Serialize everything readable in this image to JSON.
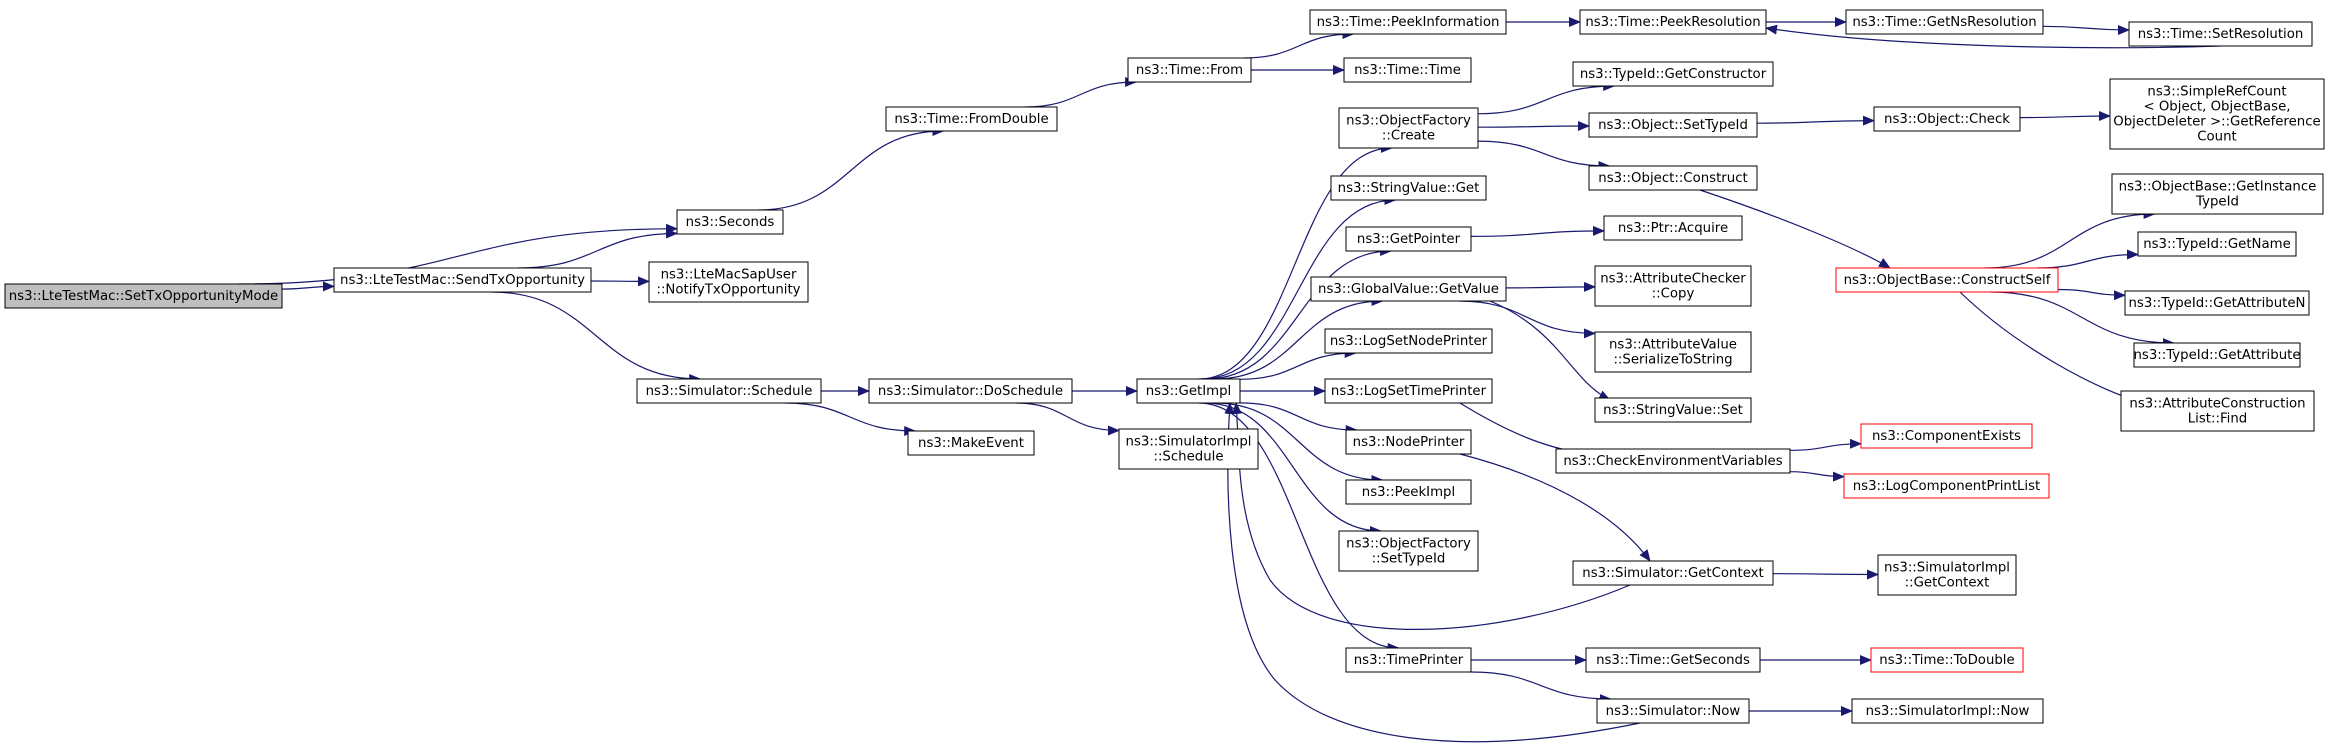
{
  "theme": {
    "edge_color": "#191970",
    "node_border": "#000000",
    "node_border_truncated": "#ff0000",
    "root_fill": "#bfbfbf",
    "node_fill": "#ffffff"
  },
  "nodes": [
    {
      "id": "root",
      "lines": [
        "ns3::LteTestMac::SetTxOpportunityMode"
      ],
      "root": true
    },
    {
      "id": "seconds",
      "lines": [
        "ns3::Seconds"
      ]
    },
    {
      "id": "sendtx",
      "lines": [
        "ns3::LteTestMac::SendTxOpportunity"
      ]
    },
    {
      "id": "notifytx",
      "lines": [
        "ns3::LteMacSapUser",
        "::NotifyTxOpportunity"
      ]
    },
    {
      "id": "schedule",
      "lines": [
        "ns3::Simulator::Schedule"
      ]
    },
    {
      "id": "fromdouble",
      "lines": [
        "ns3::Time::FromDouble"
      ]
    },
    {
      "id": "timefrom",
      "lines": [
        "ns3::Time::From"
      ]
    },
    {
      "id": "peekinfo",
      "lines": [
        "ns3::Time::PeekInformation"
      ]
    },
    {
      "id": "timetime",
      "lines": [
        "ns3::Time::Time"
      ]
    },
    {
      "id": "peekres",
      "lines": [
        "ns3::Time::PeekResolution"
      ]
    },
    {
      "id": "getnsres",
      "lines": [
        "ns3::Time::GetNsResolution"
      ]
    },
    {
      "id": "setres",
      "lines": [
        "ns3::Time::SetResolution"
      ]
    },
    {
      "id": "doschedule",
      "lines": [
        "ns3::Simulator::DoSchedule"
      ]
    },
    {
      "id": "makeevent",
      "lines": [
        "ns3::MakeEvent"
      ]
    },
    {
      "id": "getimpl",
      "lines": [
        "ns3::GetImpl"
      ]
    },
    {
      "id": "simimplsched",
      "lines": [
        "ns3::SimulatorImpl",
        "::Schedule"
      ]
    },
    {
      "id": "ofcreate",
      "lines": [
        "ns3::ObjectFactory",
        "::Create"
      ]
    },
    {
      "id": "strvalget",
      "lines": [
        "ns3::StringValue::Get"
      ]
    },
    {
      "id": "getpointer",
      "lines": [
        "ns3::GetPointer"
      ]
    },
    {
      "id": "gvgetvalue",
      "lines": [
        "ns3::GlobalValue::GetValue"
      ]
    },
    {
      "id": "logsetnode",
      "lines": [
        "ns3::LogSetNodePrinter"
      ]
    },
    {
      "id": "logsettime",
      "lines": [
        "ns3::LogSetTimePrinter"
      ]
    },
    {
      "id": "nodeprinter",
      "lines": [
        "ns3::NodePrinter"
      ]
    },
    {
      "id": "peekimpl",
      "lines": [
        "ns3::PeekImpl"
      ]
    },
    {
      "id": "ofsettypeid",
      "lines": [
        "ns3::ObjectFactory",
        "::SetTypeId"
      ]
    },
    {
      "id": "timeprinter",
      "lines": [
        "ns3::TimePrinter"
      ]
    },
    {
      "id": "getconstructor",
      "lines": [
        "ns3::TypeId::GetConstructor"
      ]
    },
    {
      "id": "objsettypeid",
      "lines": [
        "ns3::Object::SetTypeId"
      ]
    },
    {
      "id": "objconstruct",
      "lines": [
        "ns3::Object::Construct"
      ]
    },
    {
      "id": "ptracquire",
      "lines": [
        "ns3::Ptr::Acquire"
      ]
    },
    {
      "id": "attrchecker",
      "lines": [
        "ns3::AttributeChecker",
        "::Copy"
      ]
    },
    {
      "id": "attrvalue",
      "lines": [
        "ns3::AttributeValue",
        "::SerializeToString"
      ]
    },
    {
      "id": "strvalset",
      "lines": [
        "ns3::StringValue::Set"
      ]
    },
    {
      "id": "checkenv",
      "lines": [
        "ns3::CheckEnvironmentVariables"
      ]
    },
    {
      "id": "simgetcontext",
      "lines": [
        "ns3::Simulator::GetContext"
      ]
    },
    {
      "id": "timegetseconds",
      "lines": [
        "ns3::Time::GetSeconds"
      ]
    },
    {
      "id": "simnow",
      "lines": [
        "ns3::Simulator::Now"
      ]
    },
    {
      "id": "objcheck",
      "lines": [
        "ns3::Object::Check"
      ]
    },
    {
      "id": "constructself",
      "lines": [
        "ns3::ObjectBase::ConstructSelf"
      ],
      "truncated": true
    },
    {
      "id": "componentexists",
      "lines": [
        "ns3::ComponentExists"
      ],
      "truncated": true
    },
    {
      "id": "logcompprint",
      "lines": [
        "ns3::LogComponentPrintList"
      ],
      "truncated": true
    },
    {
      "id": "simimplgetctx",
      "lines": [
        "ns3::SimulatorImpl",
        "::GetContext"
      ]
    },
    {
      "id": "todouble",
      "lines": [
        "ns3::Time::ToDouble"
      ],
      "truncated": true
    },
    {
      "id": "simimplnow",
      "lines": [
        "ns3::SimulatorImpl::Now"
      ]
    },
    {
      "id": "simplerefcount",
      "lines": [
        "ns3::SimpleRefCount",
        "< Object, ObjectBase,",
        "ObjectDeleter >::GetReference",
        "Count"
      ]
    },
    {
      "id": "getinstancetypeid",
      "lines": [
        "ns3::ObjectBase::GetInstance",
        "TypeId"
      ]
    },
    {
      "id": "typeidgetname",
      "lines": [
        "ns3::TypeId::GetName"
      ]
    },
    {
      "id": "getattributen",
      "lines": [
        "ns3::TypeId::GetAttributeN"
      ]
    },
    {
      "id": "getattribute",
      "lines": [
        "ns3::TypeId::GetAttribute"
      ]
    },
    {
      "id": "attrconstructfind",
      "lines": [
        "ns3::AttributeConstruction",
        "List::Find"
      ]
    }
  ],
  "edges": [
    [
      "root",
      "seconds"
    ],
    [
      "root",
      "sendtx"
    ],
    [
      "sendtx",
      "seconds"
    ],
    [
      "sendtx",
      "notifytx"
    ],
    [
      "sendtx",
      "schedule"
    ],
    [
      "seconds",
      "fromdouble"
    ],
    [
      "fromdouble",
      "timefrom"
    ],
    [
      "timefrom",
      "peekinfo"
    ],
    [
      "timefrom",
      "timetime"
    ],
    [
      "peekinfo",
      "peekres"
    ],
    [
      "peekres",
      "getnsres"
    ],
    [
      "getnsres",
      "setres"
    ],
    [
      "setres",
      "peekres"
    ],
    [
      "schedule",
      "doschedule"
    ],
    [
      "schedule",
      "makeevent"
    ],
    [
      "doschedule",
      "getimpl"
    ],
    [
      "doschedule",
      "simimplsched"
    ],
    [
      "getimpl",
      "ofcreate"
    ],
    [
      "getimpl",
      "strvalget"
    ],
    [
      "getimpl",
      "getpointer"
    ],
    [
      "getimpl",
      "gvgetvalue"
    ],
    [
      "getimpl",
      "logsetnode"
    ],
    [
      "getimpl",
      "logsettime"
    ],
    [
      "getimpl",
      "nodeprinter"
    ],
    [
      "getimpl",
      "peekimpl"
    ],
    [
      "getimpl",
      "ofsettypeid"
    ],
    [
      "getimpl",
      "timeprinter"
    ],
    [
      "ofcreate",
      "getconstructor"
    ],
    [
      "ofcreate",
      "objsettypeid"
    ],
    [
      "ofcreate",
      "objconstruct"
    ],
    [
      "objsettypeid",
      "objcheck"
    ],
    [
      "objcheck",
      "simplerefcount"
    ],
    [
      "objconstruct",
      "constructself"
    ],
    [
      "constructself",
      "getinstancetypeid"
    ],
    [
      "constructself",
      "typeidgetname"
    ],
    [
      "constructself",
      "getattributen"
    ],
    [
      "constructself",
      "getattribute"
    ],
    [
      "constructself",
      "attrconstructfind"
    ],
    [
      "getpointer",
      "ptracquire"
    ],
    [
      "gvgetvalue",
      "attrchecker"
    ],
    [
      "gvgetvalue",
      "attrvalue"
    ],
    [
      "gvgetvalue",
      "strvalset"
    ],
    [
      "logsettime",
      "checkenv"
    ],
    [
      "checkenv",
      "componentexists"
    ],
    [
      "checkenv",
      "logcompprint"
    ],
    [
      "nodeprinter",
      "simgetcontext"
    ],
    [
      "simgetcontext",
      "getimpl"
    ],
    [
      "simgetcontext",
      "simimplgetctx"
    ],
    [
      "timeprinter",
      "timegetseconds"
    ],
    [
      "timeprinter",
      "simnow"
    ],
    [
      "timegetseconds",
      "todouble"
    ],
    [
      "simnow",
      "getimpl"
    ],
    [
      "simnow",
      "simimplnow"
    ]
  ]
}
